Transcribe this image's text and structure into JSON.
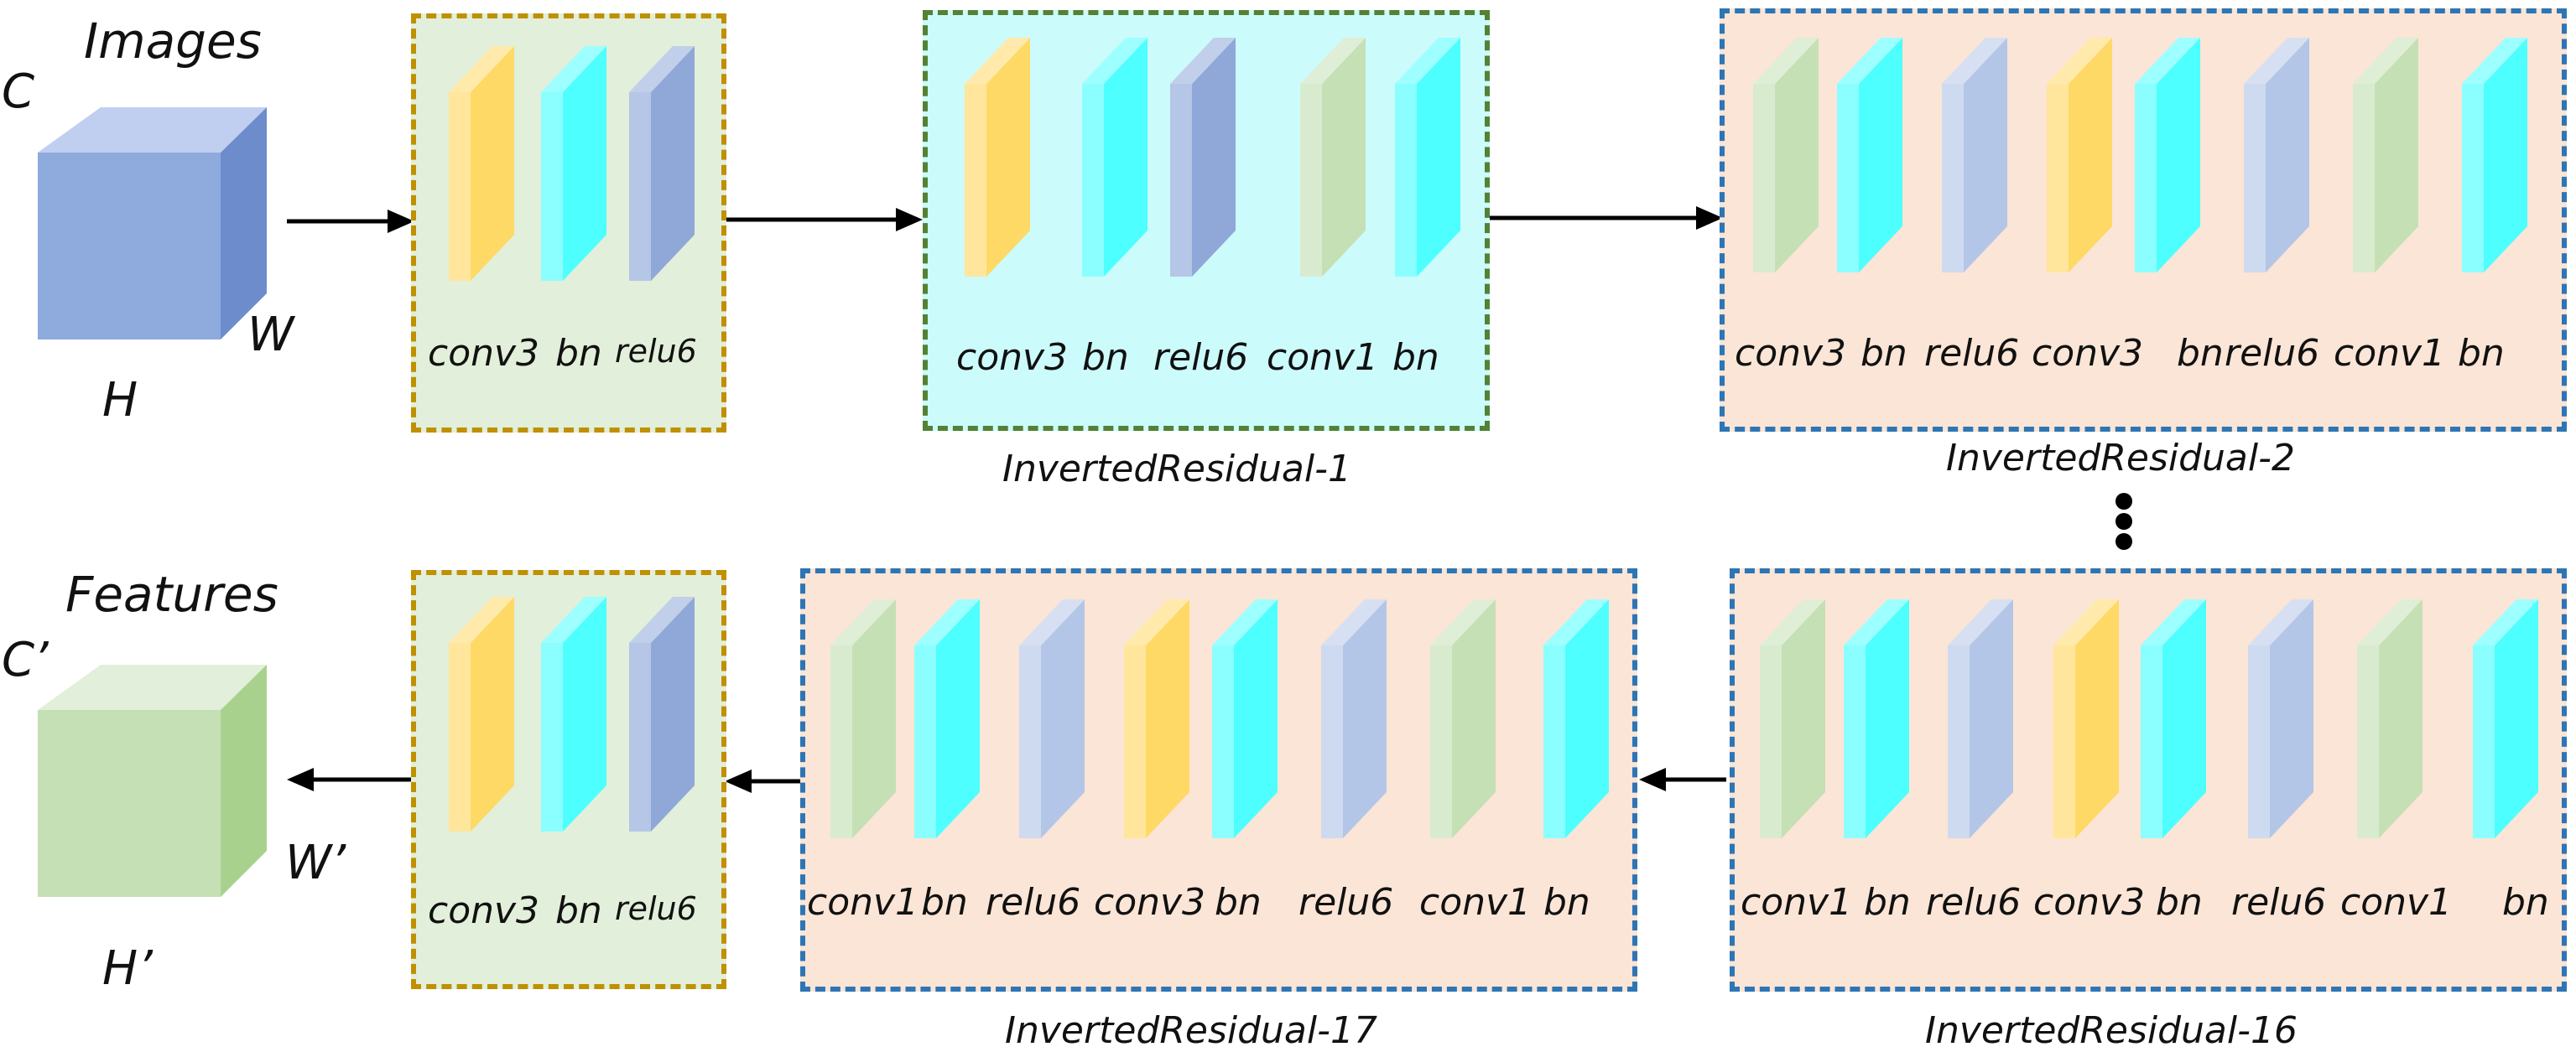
{
  "colors": {
    "conv3": "#ffd966",
    "bn": "#4dffff",
    "relu6_tall": "#8fa8d8",
    "relu6_light": "#b4c6e7",
    "conv1": "#c5e0b4",
    "stem_fill": "#e2efda",
    "stem_border": "#bf9000",
    "ir1_fill": "#ccfbfb",
    "ir1_border": "#538135",
    "ir_fill": "#fbe5d6",
    "ir_border": "#2e75b6",
    "image_cube": "#8faadc",
    "feature_cube": "#c5e0b4"
  },
  "input": {
    "title": "Images",
    "dim_c": "C",
    "dim_w": "W",
    "dim_h": "H"
  },
  "output": {
    "title": "Features",
    "dim_c": "C’",
    "dim_w": "W’",
    "dim_h": "H’"
  },
  "continuation_icon": "vertical-ellipsis",
  "blocks": [
    {
      "id": "stem-top",
      "caption": "",
      "style": "stem",
      "layers": [
        {
          "type": "conv3",
          "label": "conv3"
        },
        {
          "type": "bn",
          "label": "bn"
        },
        {
          "type": "relu6_tall",
          "label": "relu6"
        }
      ]
    },
    {
      "id": "ir1",
      "caption": "InvertedResidual-1",
      "style": "ir1",
      "layers": [
        {
          "type": "conv3",
          "label": "conv3"
        },
        {
          "type": "bn",
          "label": "bn"
        },
        {
          "type": "relu6_tall",
          "label": "relu6"
        },
        {
          "type": "conv1",
          "label": "conv1"
        },
        {
          "type": "bn",
          "label": "bn"
        }
      ]
    },
    {
      "id": "ir2",
      "caption": "InvertedResidual-2",
      "style": "ir",
      "layers": [
        {
          "type": "conv1",
          "label": "conv3"
        },
        {
          "type": "bn",
          "label": "bn"
        },
        {
          "type": "relu6_light",
          "label": "relu6"
        },
        {
          "type": "conv3",
          "label": "conv3"
        },
        {
          "type": "bn",
          "label": "bn"
        },
        {
          "type": "relu6_light",
          "label": "relu6"
        },
        {
          "type": "conv1",
          "label": "conv1"
        },
        {
          "type": "bn",
          "label": "bn"
        }
      ]
    },
    {
      "id": "ir16",
      "caption": "InvertedResidual-16",
      "style": "ir",
      "layers": [
        {
          "type": "conv1",
          "label": "conv1"
        },
        {
          "type": "bn",
          "label": "bn"
        },
        {
          "type": "relu6_light",
          "label": "relu6"
        },
        {
          "type": "conv3",
          "label": "conv3"
        },
        {
          "type": "bn",
          "label": "bn"
        },
        {
          "type": "relu6_light",
          "label": "relu6"
        },
        {
          "type": "conv1",
          "label": "conv1"
        },
        {
          "type": "bn",
          "label": "bn"
        }
      ]
    },
    {
      "id": "ir17",
      "caption": "InvertedResidual-17",
      "style": "ir",
      "layers": [
        {
          "type": "conv1",
          "label": "conv1"
        },
        {
          "type": "bn",
          "label": "bn"
        },
        {
          "type": "relu6_light",
          "label": "relu6"
        },
        {
          "type": "conv3",
          "label": "conv3"
        },
        {
          "type": "bn",
          "label": "bn"
        },
        {
          "type": "relu6_light",
          "label": "relu6"
        },
        {
          "type": "conv1",
          "label": "conv1"
        },
        {
          "type": "bn",
          "label": "bn"
        }
      ]
    },
    {
      "id": "stem-bottom",
      "caption": "",
      "style": "stem",
      "layers": [
        {
          "type": "conv3",
          "label": "conv3"
        },
        {
          "type": "bn",
          "label": "bn"
        },
        {
          "type": "relu6_tall",
          "label": "relu6"
        }
      ]
    }
  ]
}
